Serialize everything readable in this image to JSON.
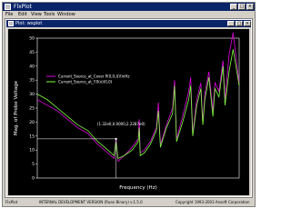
{
  "app": {
    "title": "FlxPlot"
  },
  "menu": {
    "items": [
      "File",
      "Edit",
      "View",
      "Tools",
      "Window"
    ]
  },
  "child": {
    "title": "Plot: wxplot"
  },
  "plot": {
    "legend": [
      "Current_Source_at_Cover P(0,0,)(V)nHz",
      "Current_Source_at_Y.0(x)(0,0)"
    ],
    "annotation": "(1.32e0,0.0000,2.2287e0)",
    "xlabel": "Frequency (Hz)",
    "ylabel": "Mag. of Probe Voltage"
  },
  "chart_data": {
    "type": "line",
    "xlabel": "Frequency (Hz)",
    "ylabel": "Mag. of Probe Voltage",
    "yticks": [
      "50",
      "45",
      "40",
      "35",
      "30",
      "25",
      "20",
      "15",
      "10",
      "5",
      "0"
    ],
    "ylim": [
      0,
      50
    ],
    "grid": false,
    "legend_position": "top-left",
    "series": [
      {
        "name": "Current_Source_at_Cover P(0,0,)(V)nHz",
        "color": "#e000e0",
        "x": [
          0,
          0.05,
          0.1,
          0.15,
          0.2,
          0.25,
          0.3,
          0.35,
          0.38,
          0.39,
          0.4,
          0.43,
          0.47,
          0.5,
          0.505,
          0.51,
          0.53,
          0.56,
          0.59,
          0.6,
          0.61,
          0.64,
          0.67,
          0.68,
          0.69,
          0.72,
          0.75,
          0.76,
          0.77,
          0.79,
          0.81,
          0.82,
          0.83,
          0.85,
          0.87,
          0.88,
          0.9,
          0.92,
          0.93,
          0.95,
          0.97,
          1.0
        ],
        "y": [
          28,
          26,
          24,
          21,
          18,
          16,
          12,
          9,
          7,
          14,
          6,
          8,
          11,
          14,
          21,
          9,
          10,
          13,
          18,
          27,
          12,
          19,
          25,
          35,
          14,
          22,
          31,
          36,
          16,
          28,
          34,
          20,
          30,
          38,
          24,
          34,
          31,
          42,
          28,
          44,
          52,
          34
        ]
      },
      {
        "name": "Current_Source_at_Y.0(x)(0,0)",
        "color": "#80ff40",
        "x": [
          0,
          0.05,
          0.1,
          0.15,
          0.2,
          0.25,
          0.3,
          0.35,
          0.38,
          0.39,
          0.4,
          0.43,
          0.47,
          0.5,
          0.505,
          0.51,
          0.53,
          0.56,
          0.59,
          0.6,
          0.61,
          0.64,
          0.67,
          0.68,
          0.69,
          0.72,
          0.75,
          0.76,
          0.77,
          0.79,
          0.81,
          0.82,
          0.83,
          0.85,
          0.87,
          0.88,
          0.9,
          0.92,
          0.93,
          0.95,
          0.97,
          1.0
        ],
        "y": [
          30,
          28,
          25,
          22,
          19,
          17,
          13,
          10,
          8,
          13,
          7,
          8,
          10,
          13,
          18,
          8,
          9,
          12,
          17,
          24,
          11,
          18,
          23,
          33,
          13,
          20,
          28,
          33,
          15,
          26,
          32,
          19,
          28,
          36,
          22,
          32,
          29,
          40,
          26,
          38,
          46,
          33
        ]
      }
    ]
  },
  "status": {
    "left": "FlxPlot",
    "mid": "INTERNAL DEVELOPMENT VERSION (Ruan Binary) v.1.5.0",
    "right": "Copyright 1993-2003 Ansoft Corporation"
  }
}
